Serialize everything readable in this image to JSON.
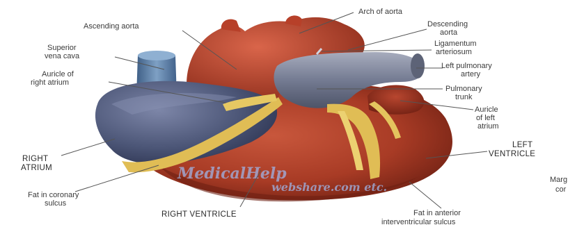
{
  "labels": {
    "arch_of_aorta": "Arch of aorta",
    "ascending_aorta": "Ascending aorta",
    "descending_aorta": [
      "Descending",
      "aorta"
    ],
    "superior_vena_cava": [
      "Superior",
      "vena cava"
    ],
    "ligamentum_arteriosum": [
      "Ligamentum",
      "arteriosum"
    ],
    "auricle_right_atrium": [
      "Auricle of",
      "right atrium"
    ],
    "left_pulmonary_artery": [
      "Left pulmonary",
      "artery"
    ],
    "pulmonary_trunk": [
      "Pulmonary",
      "trunk"
    ],
    "auricle_left_atrium": [
      "Auricle",
      "of left",
      "atrium"
    ],
    "left_ventricle": [
      "LEFT",
      "VENTRICLE"
    ],
    "right_atrium": [
      "RIGHT",
      "ATRIUM"
    ],
    "fat_coronary_sulcus": [
      "Fat in coronary",
      "sulcus"
    ],
    "right_ventricle": "RIGHT VENTRICLE",
    "fat_anterior_interventricular": [
      "Fat in anterior",
      "interventricular sulcus"
    ],
    "margin_partial": [
      "Marg",
      "cor"
    ]
  },
  "watermark": {
    "line1": "MedicalHelp",
    "line2": "webshare.com etc."
  },
  "colors": {
    "heart_main": "#b0402a",
    "heart_dark": "#7a2416",
    "aorta": "#c24a33",
    "right_atrium": "#4f5a78",
    "svc": "#5f7a9a",
    "pulmonary": "#7d8498",
    "fat": "#e2c25a"
  }
}
